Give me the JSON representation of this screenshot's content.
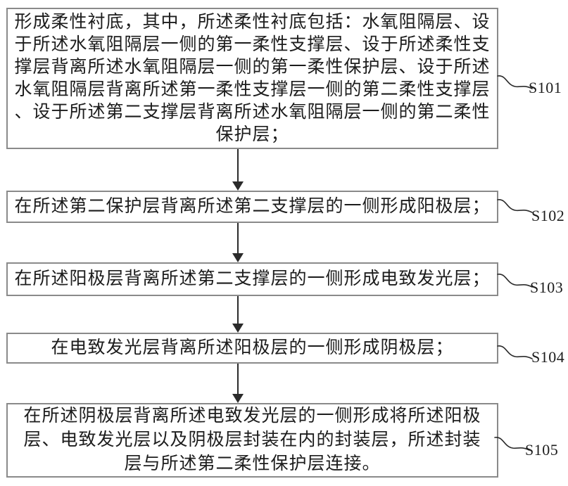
{
  "figure": {
    "colors": {
      "background": "#ffffff",
      "box_border": "#8a8a8a",
      "text": "#1c1c1c",
      "line": "#2b2b2b"
    },
    "steps": [
      {
        "label": "S101",
        "lines": [
          "形成柔性衬底，其中，所述柔性衬底包括：水氧阻隔层、设",
          "于所述水氧阻隔层一侧的第一柔性支撑层、设于所述柔性支",
          "撑层背离所述水氧阻隔层一侧的第一柔性保护层、设于所述",
          "水氧阻隔层背离所述第一柔性支撑层一侧的第二柔性支撑层",
          "、设于所述第二支撑层背离所述水氧阻隔层一侧的第二柔性",
          "保护层；"
        ]
      },
      {
        "label": "S102",
        "lines": [
          "在所述第二保护层背离所述第二支撑层的一侧形成阳极层；"
        ]
      },
      {
        "label": "S103",
        "lines": [
          "在所述阳极层背离所述第二支撑层的一侧形成电致发光层；"
        ]
      },
      {
        "label": "S104",
        "lines": [
          "在电致发光层背离所述阳极层的一侧形成阴极层；"
        ]
      },
      {
        "label": "S105",
        "lines": [
          "在所述阴极层背离所述电致发光层的一侧形成将所述阳极",
          "层、电致发光层以及阴极层封装在内的封装层，所述封装",
          "层与所述第二柔性保护层连接。"
        ]
      }
    ]
  }
}
